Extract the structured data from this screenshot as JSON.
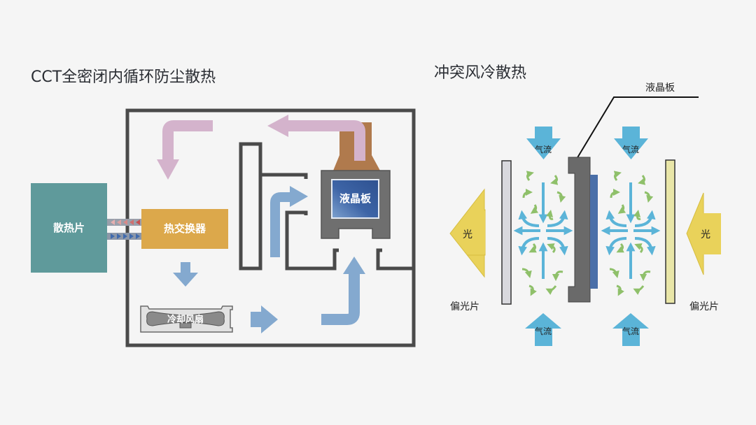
{
  "left_diagram": {
    "title": "CCT全密闭内循环防尘散热",
    "heatsink_label": "散热片",
    "heat_exchanger_label": "热交换器",
    "lcd_panel_label": "液晶板",
    "fan_label": "冷却风扇"
  },
  "right_diagram": {
    "title": "冲突风冷散热",
    "lcd_panel_label": "液晶板",
    "airflow_labels": [
      "气流",
      "气流",
      "气流",
      "气流"
    ],
    "light_labels": [
      "光",
      "光"
    ],
    "polarizer_labels": [
      "偏光片",
      "偏光片"
    ]
  },
  "colors": {
    "background": "#f5f5f5",
    "enclosure": "#4a4a4a",
    "heatsink": "#5f9a9b",
    "heat_exchanger": "#dca84b",
    "hot_air": "#d4b3cc",
    "cool_air": "#84a9cf",
    "lcd_panel": "#3a5f9e",
    "duct": "#b07a4d",
    "airflow_blue": "#5bb4d8",
    "turbulence_green": "#8fc06a",
    "light_yellow": "#e9d25a",
    "polarizer_left": "#d9d9de",
    "polarizer_right": "#e9e6a8"
  }
}
